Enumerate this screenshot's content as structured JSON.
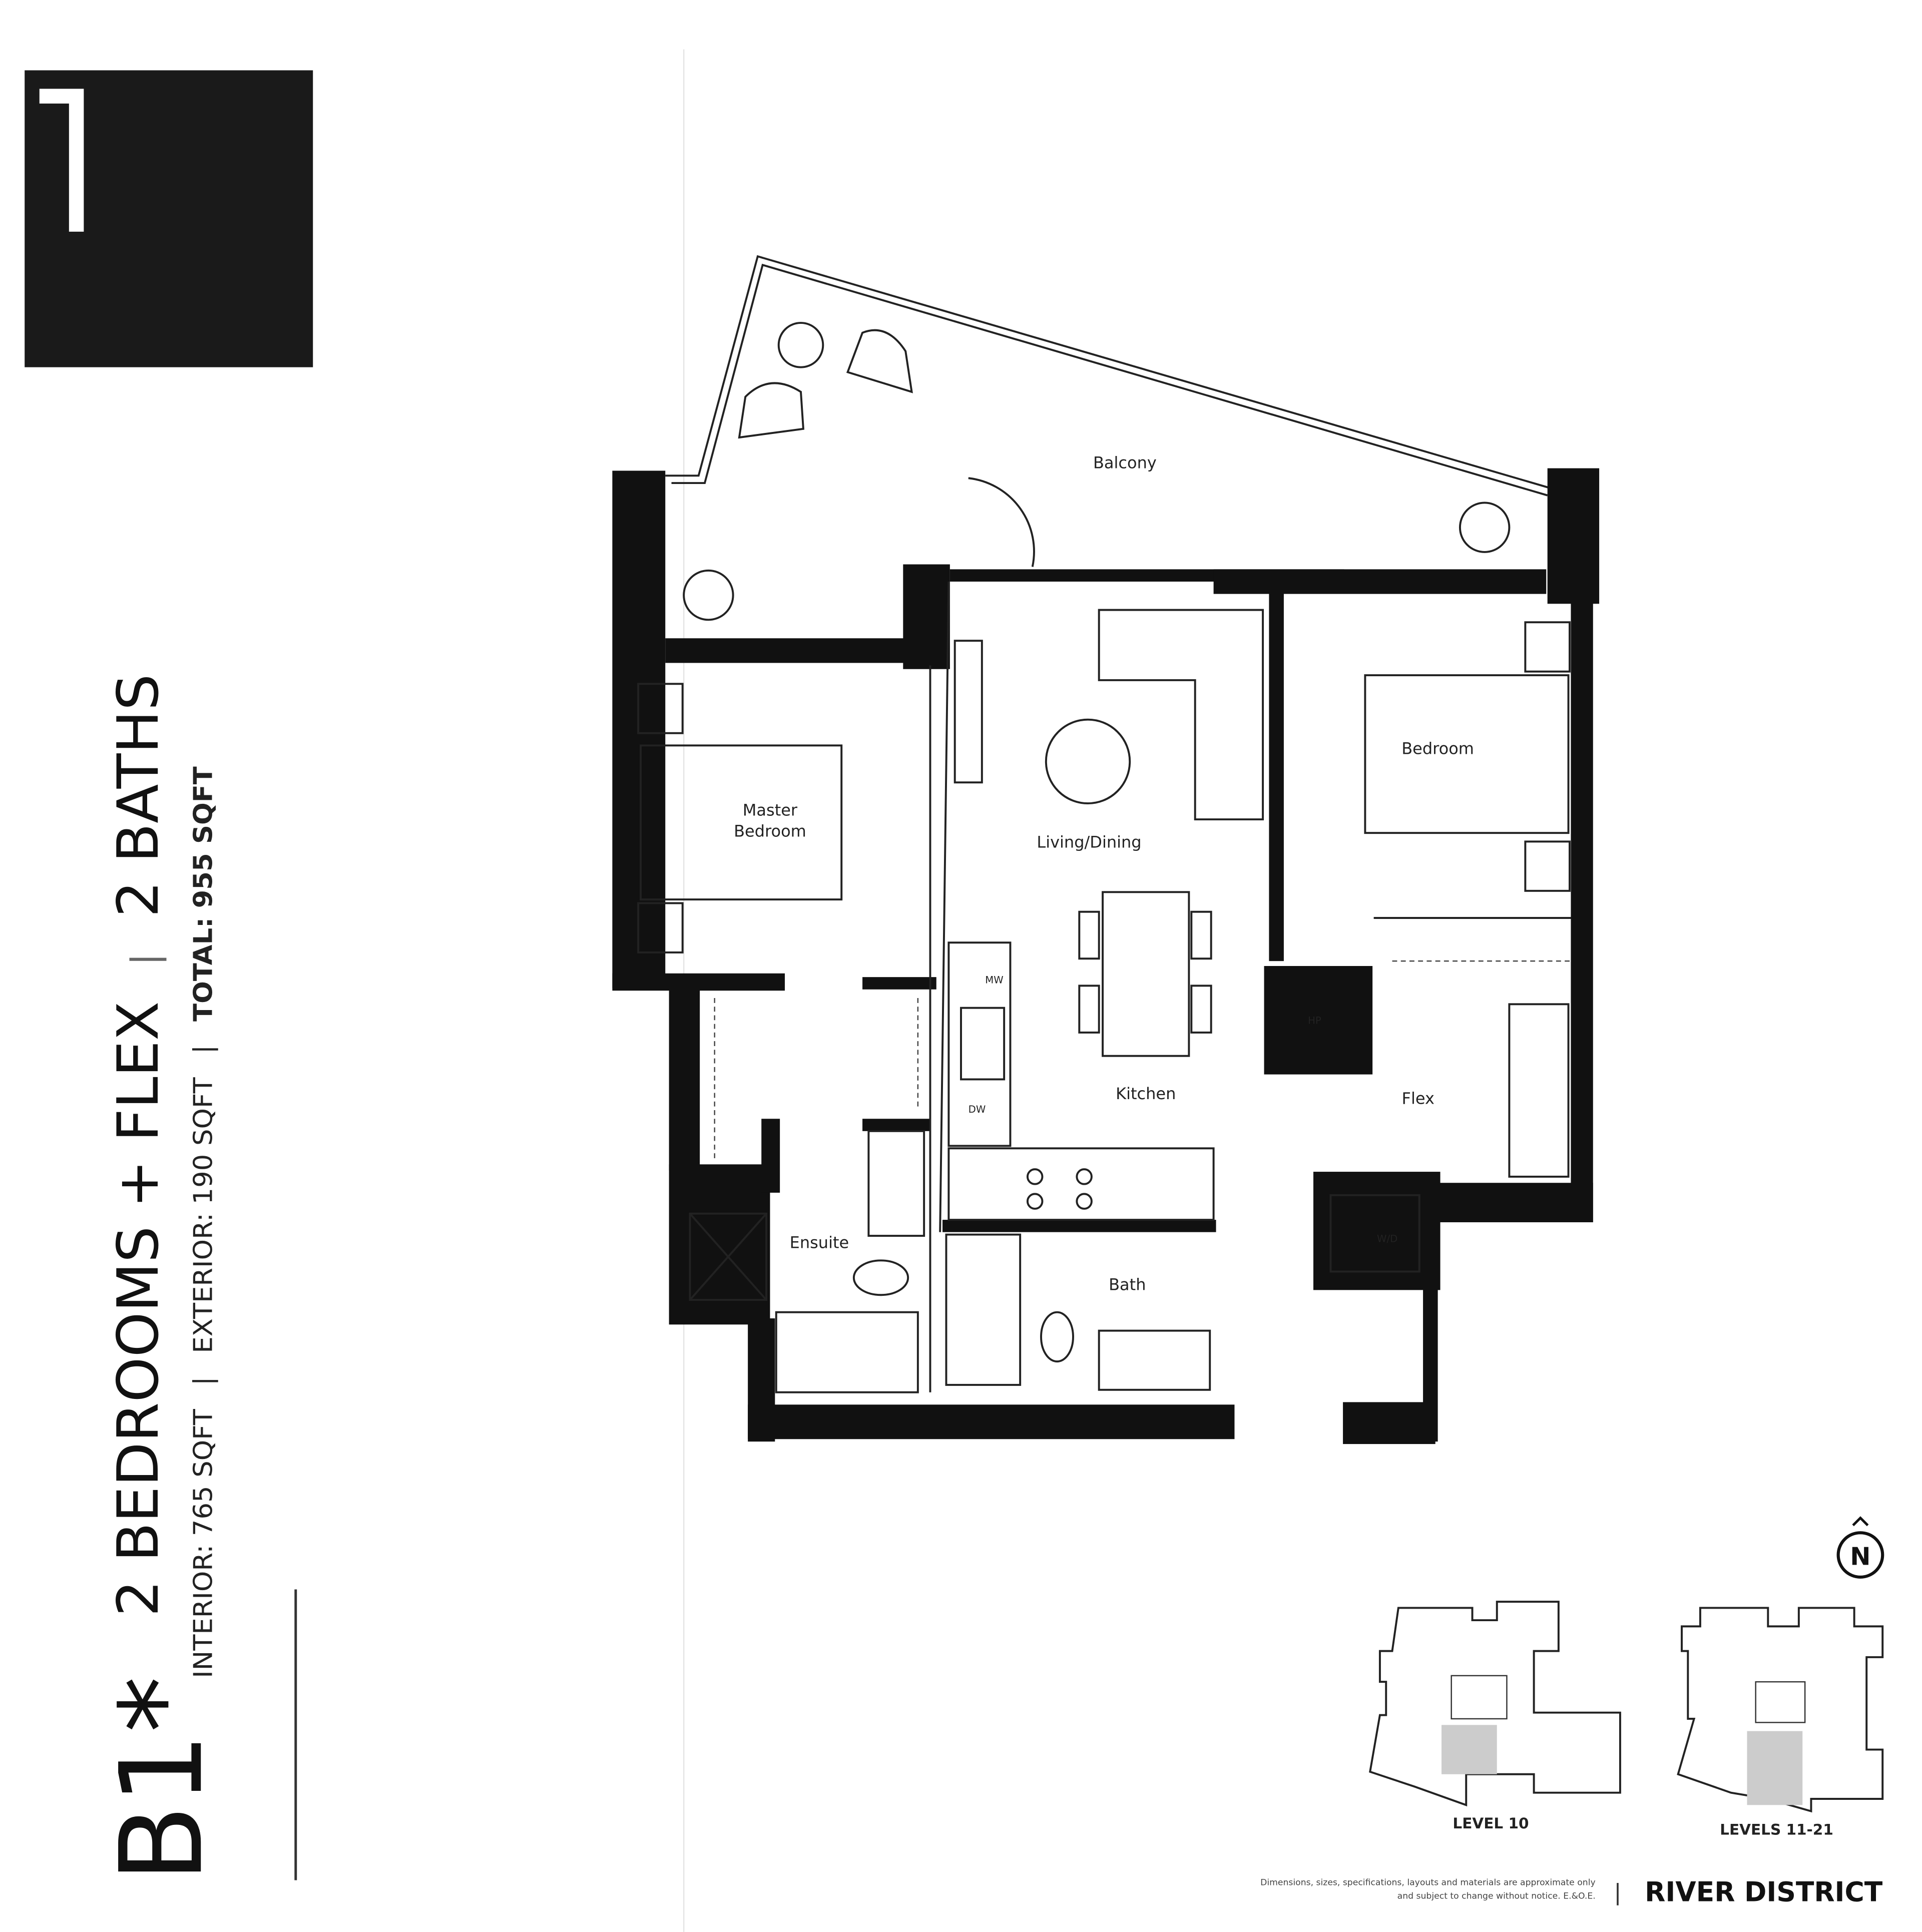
{
  "logo": {
    "numeral": "1",
    "background": "#1a1a1a"
  },
  "unit": {
    "code": "B1*",
    "headline": "2 BEDROOMS + FLEX",
    "headline_sep": "|",
    "baths": "2 BATHS",
    "interior": "INTERIOR: 765 SQFT",
    "exterior": "EXTERIOR: 190 SQFT",
    "total": "TOTAL: 955 SQFT",
    "sep": "|"
  },
  "rooms": {
    "balcony": "Balcony",
    "master_bedroom_1": "Master",
    "master_bedroom_2": "Bedroom",
    "bedroom": "Bedroom",
    "living_dining": "Living/Dining",
    "kitchen": "Kitchen",
    "flex": "Flex",
    "ensuite": "Ensuite",
    "bath": "Bath",
    "wd": "W/D",
    "hp": "HP",
    "mw": "MW",
    "dw": "DW"
  },
  "north": {
    "label": "N"
  },
  "key_plans": [
    {
      "label": "LEVEL 10"
    },
    {
      "label": "LEVELS 11-21"
    }
  ],
  "footer": {
    "disclaimer_line1": "Dimensions, sizes, specifications, layouts and materials are approximate only",
    "disclaimer_line2": "and subject to change without notice. E.&O.E.",
    "sep": "|",
    "brand": "RIVER DISTRICT"
  }
}
